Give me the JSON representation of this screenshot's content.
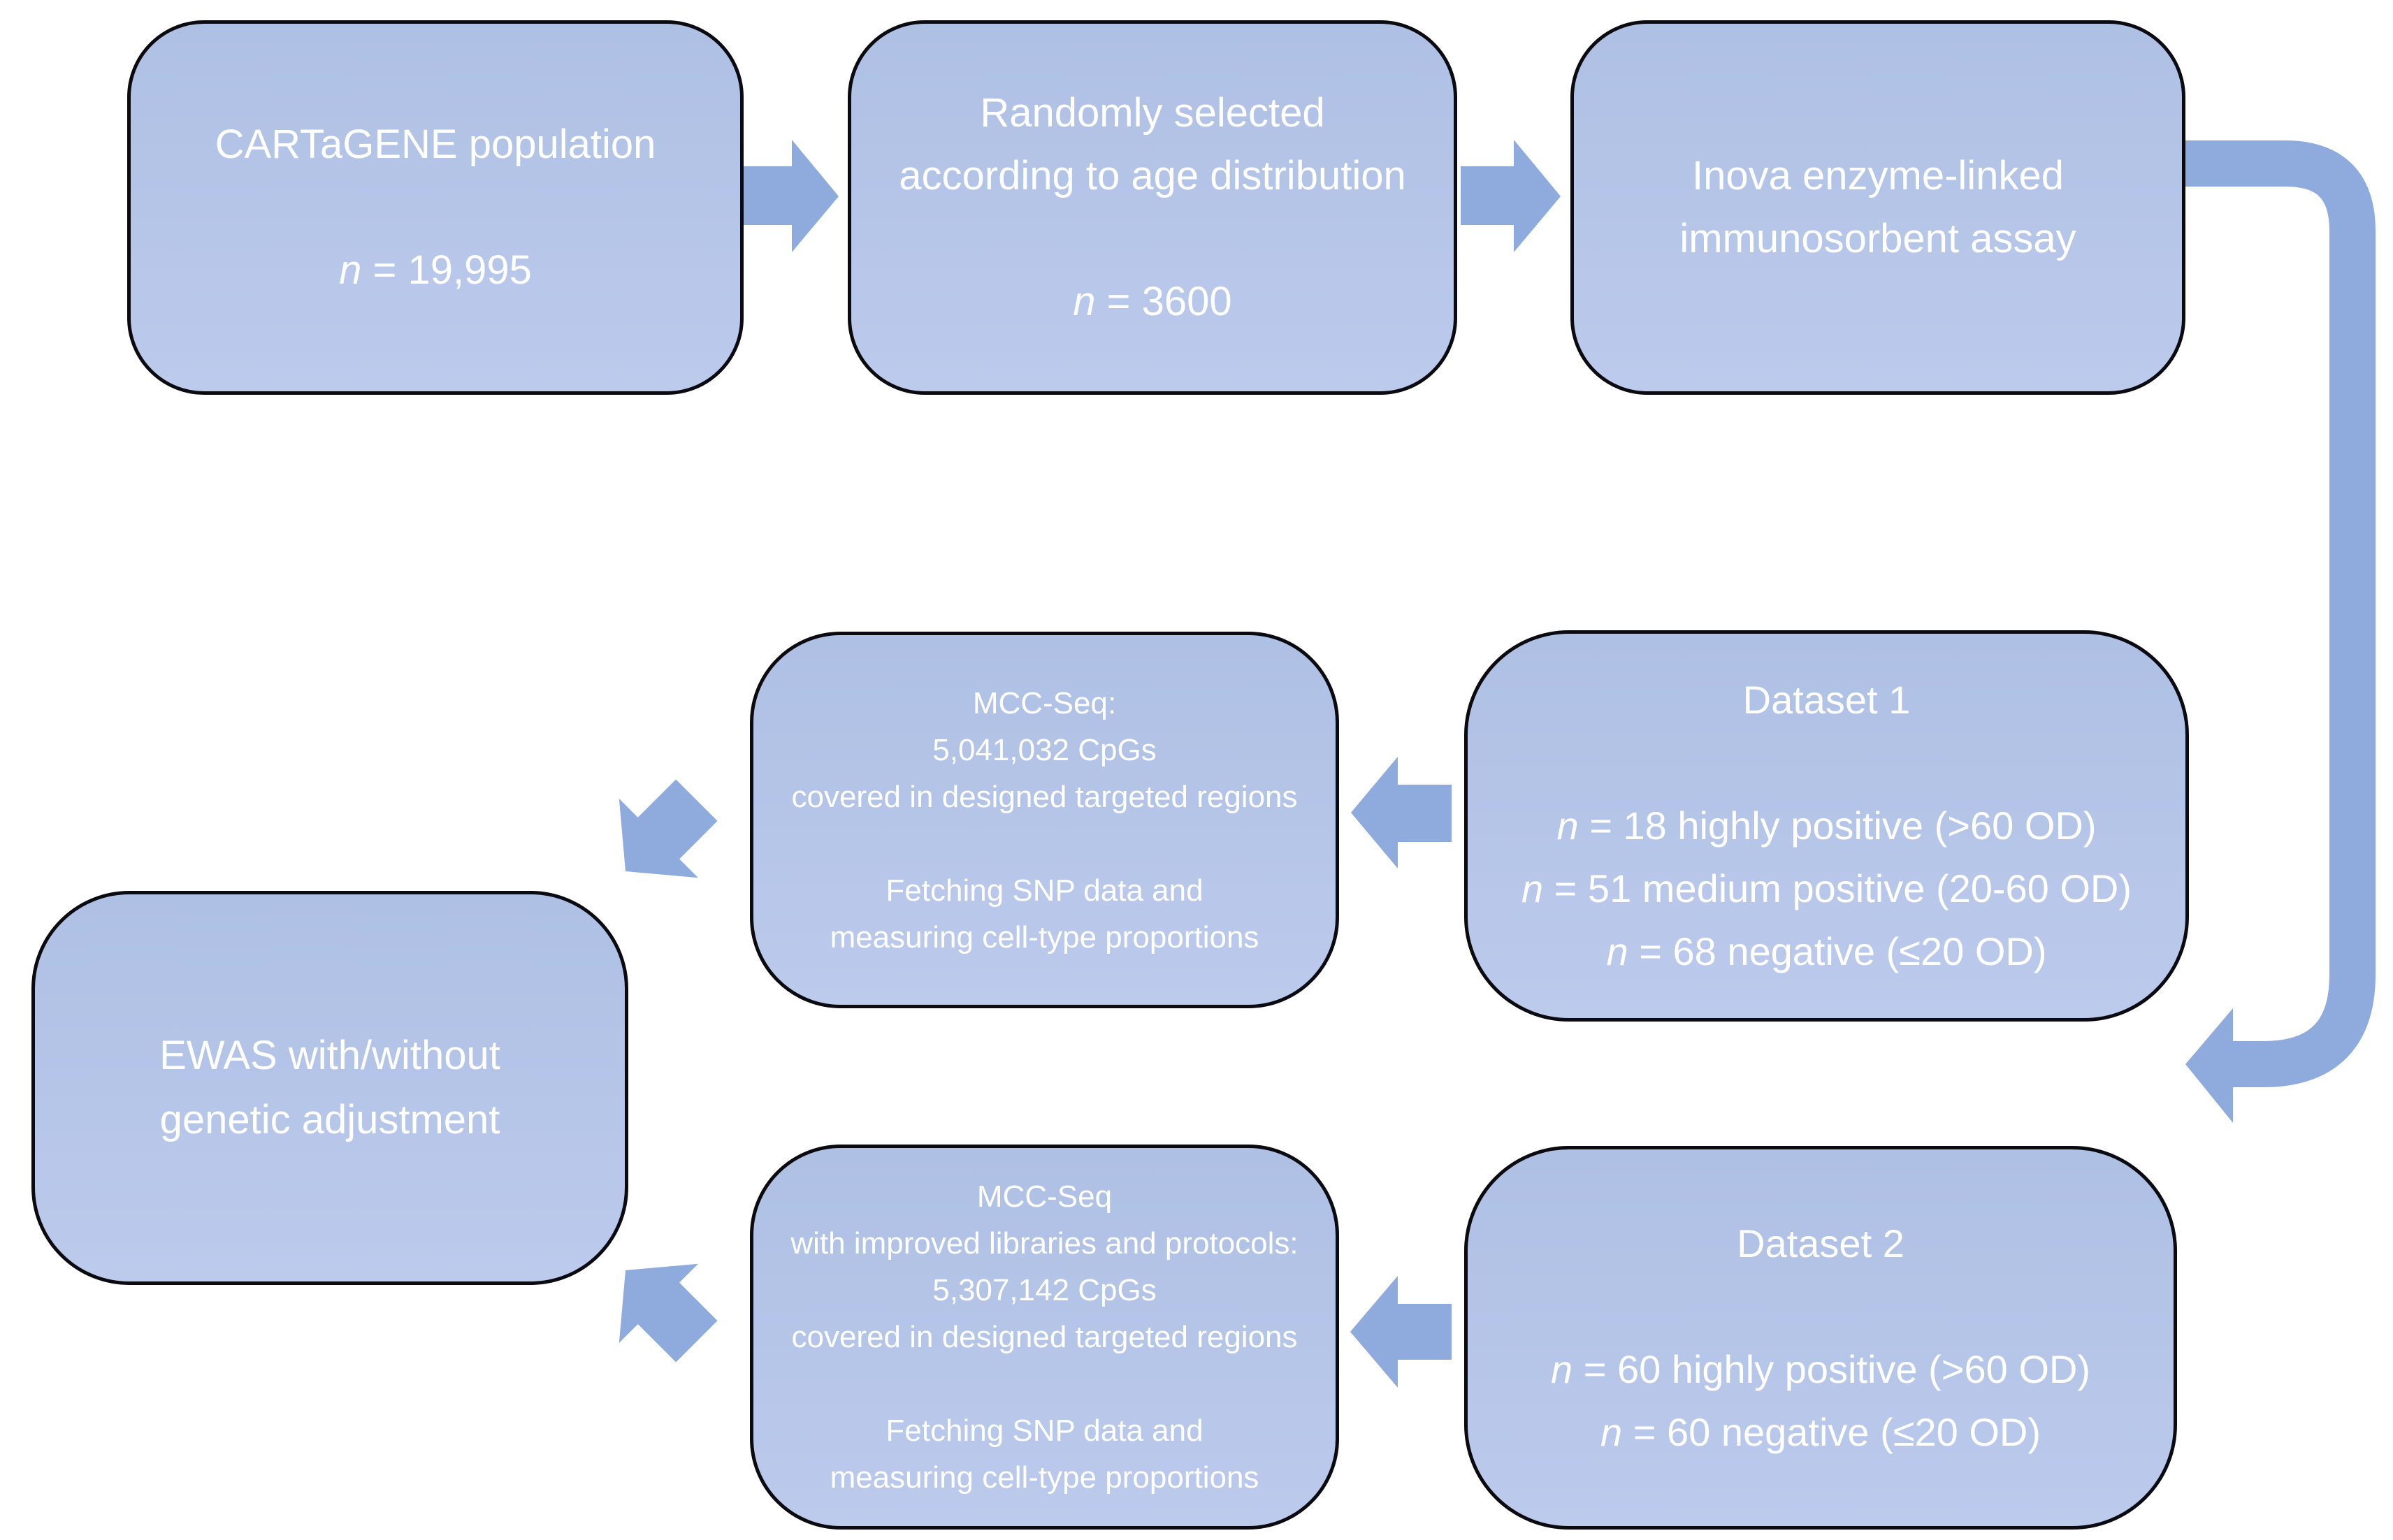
{
  "colors": {
    "box_fill": "#b4c6e7",
    "box_fill_top": "#aec0e4",
    "box_fill_bottom": "#bccaec",
    "box_border": "#0a0a10",
    "arrow": "#8faadc",
    "text": "#ffffff",
    "background": "#ffffff"
  },
  "boxes": {
    "cartagene": {
      "lines": [
        {
          "t": "CARTaGENE population"
        },
        {
          "t": ""
        },
        {
          "i": "n",
          "t": " = 19,995"
        }
      ]
    },
    "random_selection": {
      "lines": [
        {
          "t": "Randomly selected"
        },
        {
          "t": "according to age distribution"
        },
        {
          "t": ""
        },
        {
          "i": "n",
          "t": " = 3600"
        }
      ]
    },
    "inova": {
      "lines": [
        {
          "t": "Inova enzyme-linked"
        },
        {
          "t": "immunosorbent assay"
        }
      ]
    },
    "dataset1": {
      "lines": [
        {
          "t": "Dataset 1"
        },
        {
          "t": ""
        },
        {
          "i": "n",
          "t": " = 18 highly positive (>60 OD)"
        },
        {
          "i": "n",
          "t": " = 51 medium positive (20-60 OD)"
        },
        {
          "i": "n",
          "t": " = 68 negative (≤20 OD)"
        }
      ]
    },
    "mcc_seq_1": {
      "lines": [
        {
          "t": "MCC-Seq:"
        },
        {
          "t": "5,041,032 CpGs"
        },
        {
          "t": "covered in designed targeted regions"
        },
        {
          "t": ""
        },
        {
          "t": "Fetching SNP data and"
        },
        {
          "t": "measuring cell-type proportions"
        }
      ]
    },
    "ewas": {
      "lines": [
        {
          "t": "EWAS with/without"
        },
        {
          "t": "genetic adjustment"
        }
      ]
    },
    "mcc_seq_2": {
      "lines": [
        {
          "t": "MCC-Seq"
        },
        {
          "t": "with improved libraries and protocols:"
        },
        {
          "t": "5,307,142 CpGs"
        },
        {
          "t": "covered in designed targeted regions"
        },
        {
          "t": ""
        },
        {
          "t": "Fetching SNP data and"
        },
        {
          "t": "measuring cell-type proportions"
        }
      ]
    },
    "dataset2": {
      "lines": [
        {
          "t": "Dataset 2"
        },
        {
          "t": ""
        },
        {
          "i": "n",
          "t": " = 60 highly positive (>60 OD)"
        },
        {
          "i": "n",
          "t": " = 60 negative (≤20 OD)"
        }
      ]
    }
  },
  "connections": [
    {
      "from": "CARTaGENE population",
      "to": "Randomly selected according to age distribution"
    },
    {
      "from": "Randomly selected according to age distribution",
      "to": "Inova enzyme-linked immunosorbent assay"
    },
    {
      "from": "Inova enzyme-linked immunosorbent assay",
      "to": "Dataset 1 and Dataset 2"
    },
    {
      "from": "Dataset 1",
      "to": "MCC-Seq"
    },
    {
      "from": "MCC-Seq",
      "to": "EWAS with/without genetic adjustment"
    },
    {
      "from": "Dataset 2",
      "to": "MCC-Seq with improved libraries and protocols"
    },
    {
      "from": "MCC-Seq with improved libraries and protocols",
      "to": "EWAS with/without genetic adjustment"
    }
  ]
}
